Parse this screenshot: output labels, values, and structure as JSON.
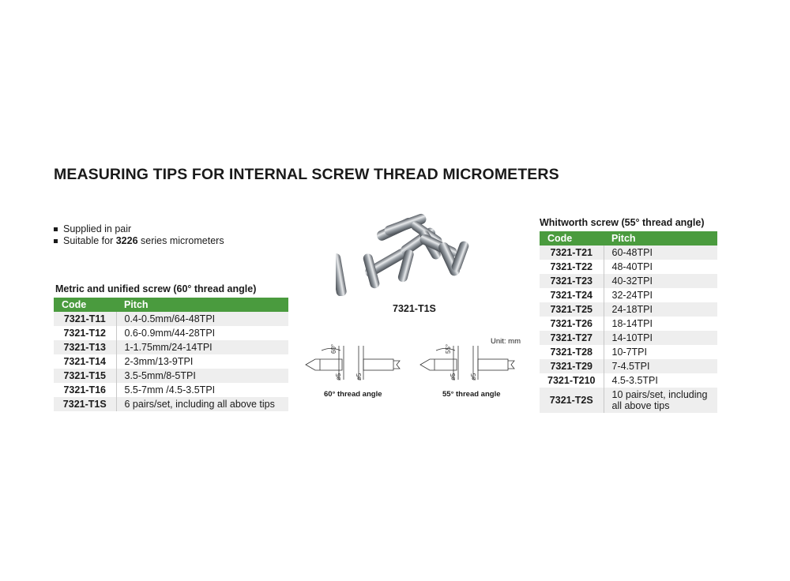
{
  "title": "MEASURING TIPS FOR INTERNAL SCREW THREAD MICROMETERS",
  "bullets": [
    {
      "parts": [
        {
          "text": "Supplied in pair",
          "bold": false
        }
      ]
    },
    {
      "parts": [
        {
          "text": "Suitable for ",
          "bold": false
        },
        {
          "text": "3226",
          "bold": true
        },
        {
          "text": " series micrometers",
          "bold": false
        }
      ]
    }
  ],
  "metric_table": {
    "caption": "Metric and unified screw (60° thread angle)",
    "headers": [
      "Code",
      "Pitch"
    ],
    "rows": [
      [
        "7321-T11",
        "0.4-0.5mm/64-48TPI"
      ],
      [
        "7321-T12",
        "0.6-0.9mm/44-28TPI"
      ],
      [
        "7321-T13",
        "1-1.75mm/24-14TPI"
      ],
      [
        "7321-T14",
        "2-3mm/13-9TPI"
      ],
      [
        "7321-T15",
        "3.5-5mm/8-5TPI"
      ],
      [
        "7321-T16",
        "5.5-7mm /4.5-3.5TPI"
      ],
      [
        "7321-T1S",
        "6 pairs/set, including all above tips"
      ]
    ]
  },
  "whitworth_table": {
    "caption": "Whitworth screw (55° thread angle)",
    "headers": [
      "Code",
      "Pitch"
    ],
    "rows": [
      [
        "7321-T21",
        "60-48TPI"
      ],
      [
        "7321-T22",
        "48-40TPI"
      ],
      [
        "7321-T23",
        "40-32TPI"
      ],
      [
        "7321-T24",
        "32-24TPI"
      ],
      [
        "7321-T25",
        "24-18TPI"
      ],
      [
        "7321-T26",
        "18-14TPI"
      ],
      [
        "7321-T27",
        "14-10TPI"
      ],
      [
        "7321-T28",
        "10-7TPI"
      ],
      [
        "7321-T29",
        "7-4.5TPI"
      ],
      [
        "7321-T210",
        "4.5-3.5TPI"
      ],
      [
        "7321-T2S",
        "10 pairs/set, including all above tips"
      ]
    ]
  },
  "photo_label": "7321-T1S",
  "unit_label": "Unit: mm",
  "diagrams": [
    {
      "angle": "60°",
      "diameter": "ø5",
      "label": "60°  thread angle"
    },
    {
      "angle": "55°",
      "diameter": "ø5",
      "label": "55° thread angle"
    }
  ],
  "colors": {
    "header_green": "#4a9b3e",
    "stripe": "#eeeeee"
  }
}
